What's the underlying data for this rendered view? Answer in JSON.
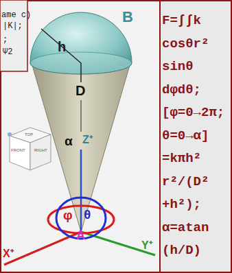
{
  "diagram": {
    "nodes": [
      {
        "text": [
          "F=∫∫k cosθr² sinθ dφdθ; [φ=0→2π; θ=0→α] =kπh² r²/(D² +h²); α=atan (h/D)"
        ]
      }
    ],
    "labels": [
      "ame c)",
      "|K|;",
      ";",
      "Ψ2",
      "B",
      "h",
      "D",
      "α",
      "Z⁺",
      "φ",
      "θ",
      "A",
      "X⁺",
      "Y⁺",
      "FRONT",
      "RIGHT",
      "TOP"
    ]
  }
}
